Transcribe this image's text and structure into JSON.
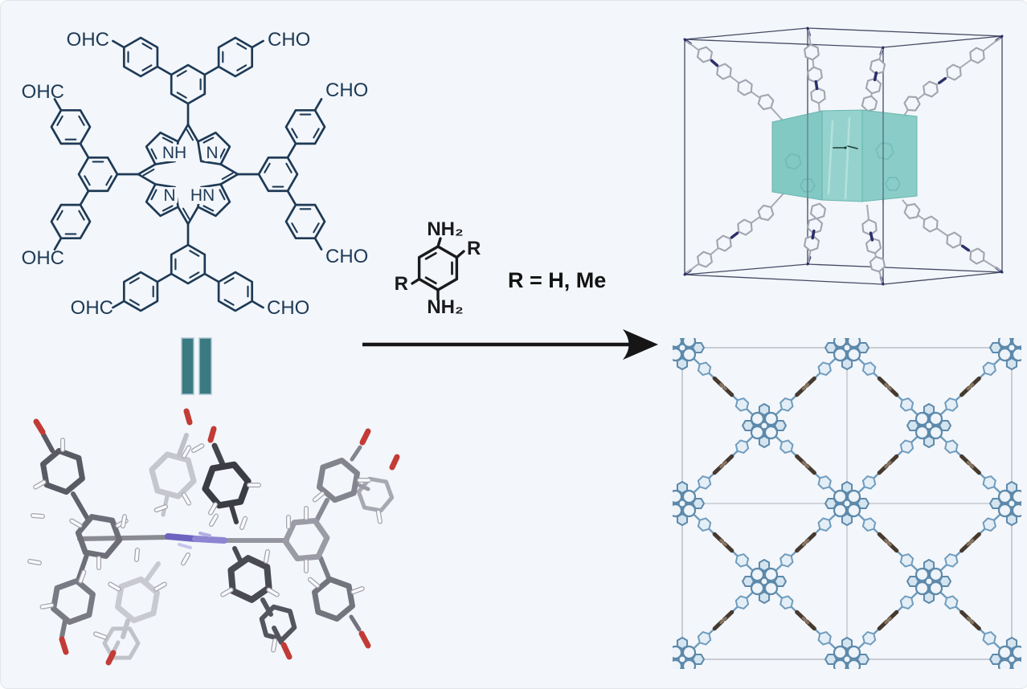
{
  "reactant": {
    "aldehyde_labels": {
      "top_left": "OHC",
      "top_right": "CHO",
      "left_upper": "OHC",
      "left_lower": "OHC",
      "right_upper": "CHO",
      "right_lower": "CHO",
      "bottom_left": "OHC",
      "bottom_right": "CHO"
    },
    "core_labels": {
      "nw": "NH",
      "ne": "N",
      "sw": "N",
      "se": "HN"
    }
  },
  "amine": {
    "amino_top": "NH₂",
    "amino_bottom": "NH₂",
    "r_top": "R",
    "r_bottom": "R"
  },
  "annotations": {
    "r_definition": "R = H, Me"
  },
  "colors": {
    "background": "#f3f6fa",
    "structure_navy": "#1e3a56",
    "amine_black": "#1b1b1d",
    "arrow_black": "#161616",
    "equals_teal": "#3a7a80",
    "equals_border": "#a9c3d6",
    "cube_edge": "#454a63",
    "chain_gray": "#a8aab4",
    "nitrogen_navy": "#2b2f6b",
    "pore_left": "#7cc6c1",
    "pore_mid": "#92d1cb",
    "pore_right": "#85cbc6",
    "pore_edge": "#62b2ac",
    "net_blue": "#5d89ab",
    "net_link": "#6f9cbe",
    "net_dark": "#463a2f",
    "net_brown": "#8a7560",
    "net_frame": "#adb1b9",
    "oxygen_red": "#c23b36",
    "nitrogen_purple": "#6c63c0"
  }
}
